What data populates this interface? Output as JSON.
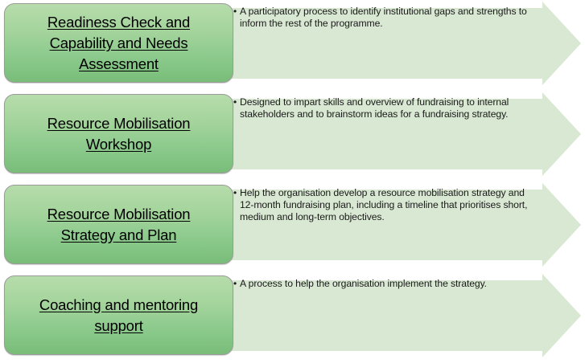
{
  "diagram": {
    "type": "process-flow",
    "orientation": "vertical-stack-of-horizontal-arrows",
    "colors": {
      "box_fill_top": "#b6dcab",
      "box_fill_bottom": "#79bd79",
      "box_border": "#9a9a9a",
      "arrow_fill": "#d9e8d2",
      "text": "#1a1a1a"
    },
    "rows": [
      {
        "stage_label": "Readiness Check and\nCapability and Needs\nAssessment",
        "bullet": "•",
        "description": "A participatory process to identify institutional gaps and strengths to inform the rest of the programme."
      },
      {
        "stage_label": "Resource Mobilisation\nWorkshop",
        "bullet": "•",
        "description": "Designed to impart skills and overview of fundraising to internal stakeholders and to brainstorm ideas for a fundraising strategy."
      },
      {
        "stage_label": "Resource Mobilisation\nStrategy and Plan",
        "bullet": "•",
        "description": "Help the organisation develop a resource mobilisation strategy and 12-month fundraising plan, including a timeline that prioritises short, medium and long-term objectives."
      },
      {
        "stage_label": "Coaching and mentoring\nsupport",
        "bullet": "•",
        "description": "A process to help the organisation implement the strategy."
      }
    ]
  }
}
